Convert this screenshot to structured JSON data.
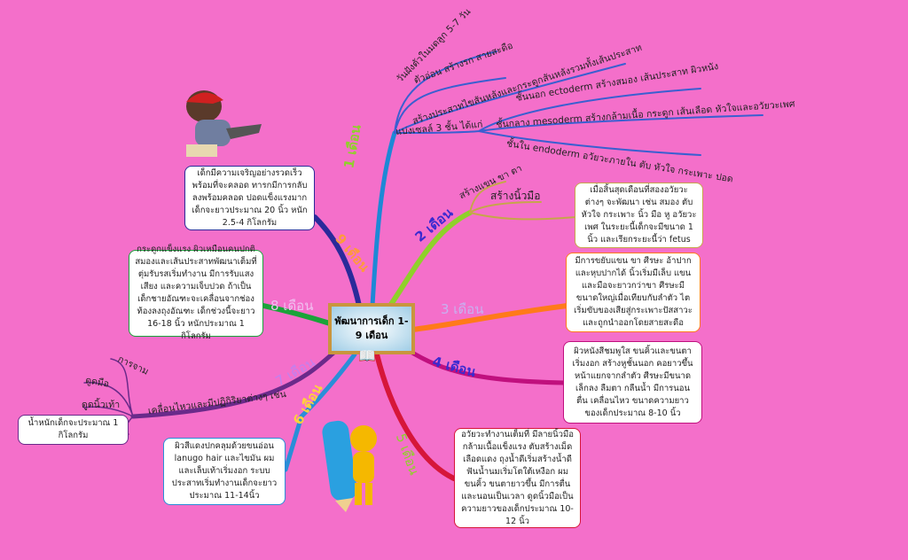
{
  "center": {
    "title": "พัฒนาการเด็ก 1-9 เดือน"
  },
  "months": {
    "m1": {
      "label": "1 เดือน",
      "items": [
        "วันฝังตัวในมดลูก 5-7 วัน",
        "ตัวอ่อน สร้างรก สายสะดือ",
        "สร้างประสาทไขสันหลังและกระดูกสันหลังรวมทั้งเส้นประสาท",
        "แบ่งเซลล์ 3 ชั้น ได้แก่"
      ],
      "layers": [
        "ชั้นนอก ectoderm สร้างสมอง เส้นประสาท ผิวหนัง",
        "ชั้นกลาง mesoderm สร้างกล้ามเนื้อ กระดูก เส้นเลือด หัวใจและอวัยวะเพศ",
        "ชั้นใน endoderm อวัยวะภายใน ตับ หัวใจ กระเพาะ ปอด"
      ]
    },
    "m2": {
      "label": "2 เดือน",
      "items": [
        "สร้างแขน ขา ตา",
        "สร้างนิ้วมือ"
      ],
      "note": "เมื่อสิ้นสุดเดือนที่สองอวัยวะต่างๆ จะพัฒนา เช่น สมอง ตับ หัวใจ กระเพาะ นิ้ว มือ หู อวัยวะเพศ ในระยะนี้เด็กจะมีขนาด 1 นิ้ว และเรียกระยะนี้ว่า fetus"
    },
    "m3": {
      "label": "3 เดือน",
      "note": "มีการขยับแขน ขา ศีรษะ อ้าปากและหุบปากได้ นิ้วเริ่มมีเล็บ แขนและมือจะยาวกว่าขา ศีรษะมีขนาดใหญ่เมื่อเทียบกับลำตัว ไตเริ่มขับของเสียสู่กระเพาะปัสสาวะและถูกนำออกโดยสายสะดือ"
    },
    "m4": {
      "label": "4 เดือน",
      "note": "ผิวหนังสีชมพูใส ขนคิ้วและขนตาเริ่มงอก สร้างหูชั้นนอก คอยาวขึ้น หน้าแยกจากลำตัว ศีรษะมีขนาดเล็กลง ลืมตา กลืนน้ำ  มีการนอน ตื่น เคลื่อนไหว ขนาดความยาวของเด็กประมาณ 8-10 นิ้ว"
    },
    "m5": {
      "label": "5 เดือน",
      "note": "อวัยวะทำงานเต็มที่ มีลายนิ้วมือ กล้ามเนื้อแข็งแรง ตับสร้างเม็ดเลือดแดง ถุงน้ำดีเริ่มสร้างน้ำดี ฟันน้ำนมเริ่มโตใต้เหงือก ผม ขนคิ้ว ขนตายาวขึ้น มีการตื่นและนอนเป็นเวลา ดูดนิ้วมือเป็น ความยาวของเด็กประมาณ 10-12 นิ้ว"
    },
    "m6": {
      "label": "6 เดือน",
      "note": "ผิวสีแดงปกคลุมด้วยขนอ่อน lanugo hair และไขมัน ผมและเล็บเท้าเริ่มงอก ระบบประสาทเริ่มทำงานเด็กจะยาวประมาณ 11-14นิ้ว"
    },
    "m7": {
      "label": "7 เดือน",
      "item": "เคลื่อนไหวและมีปฏิกิริยาต่างๆ เช่น",
      "leaves": [
        "การจาม",
        "ดูดมือ",
        "ดูดนิ้วเท้า"
      ],
      "note": "น้ำหนักเด็กจะประมาณ 1 กิโลกรัม"
    },
    "m8": {
      "label": "8 เดือน",
      "note": "กระดูกแข็งแรง ผิวเหมือนคนปกติ สมองและเส้นประสาทพัฒนาเต็มที่ ตุ่มรับรสเริ่มทำงาน มีการรับแสง เสียง และความเจ็บปวด ถ้าเป็นเด็กชายอัณฑะจะเคลื่อนจากช่องท้องลงถุงอัณฑะ เด็กช่วงนี้จะยาว 16-18 นิ้ว หนักประมาณ 1 กิโลกรัม"
    },
    "m9": {
      "label": "9 เดือน",
      "note": "เด็กมีความเจริญอย่างรวดเร็วพร้อมที่จะคลอด ทารกมีการกลับลงพร้อมคลอด ปอดแข็งแรงมาก เด็กจะยาวประมาณ 20 นิ้ว หนัก 2.5-4 กิโลกรัม"
    }
  },
  "colors": {
    "background": "#f46fca",
    "m1": "#1e88d6",
    "m2": "#8fd12a",
    "m3": "#ff7a1a",
    "m4": "#c0107e",
    "m5": "#d6163a",
    "m6": "#2a8ed8",
    "m7": "#6a2a8a",
    "m8": "#1aa33a",
    "m9": "#2a2a9a"
  }
}
